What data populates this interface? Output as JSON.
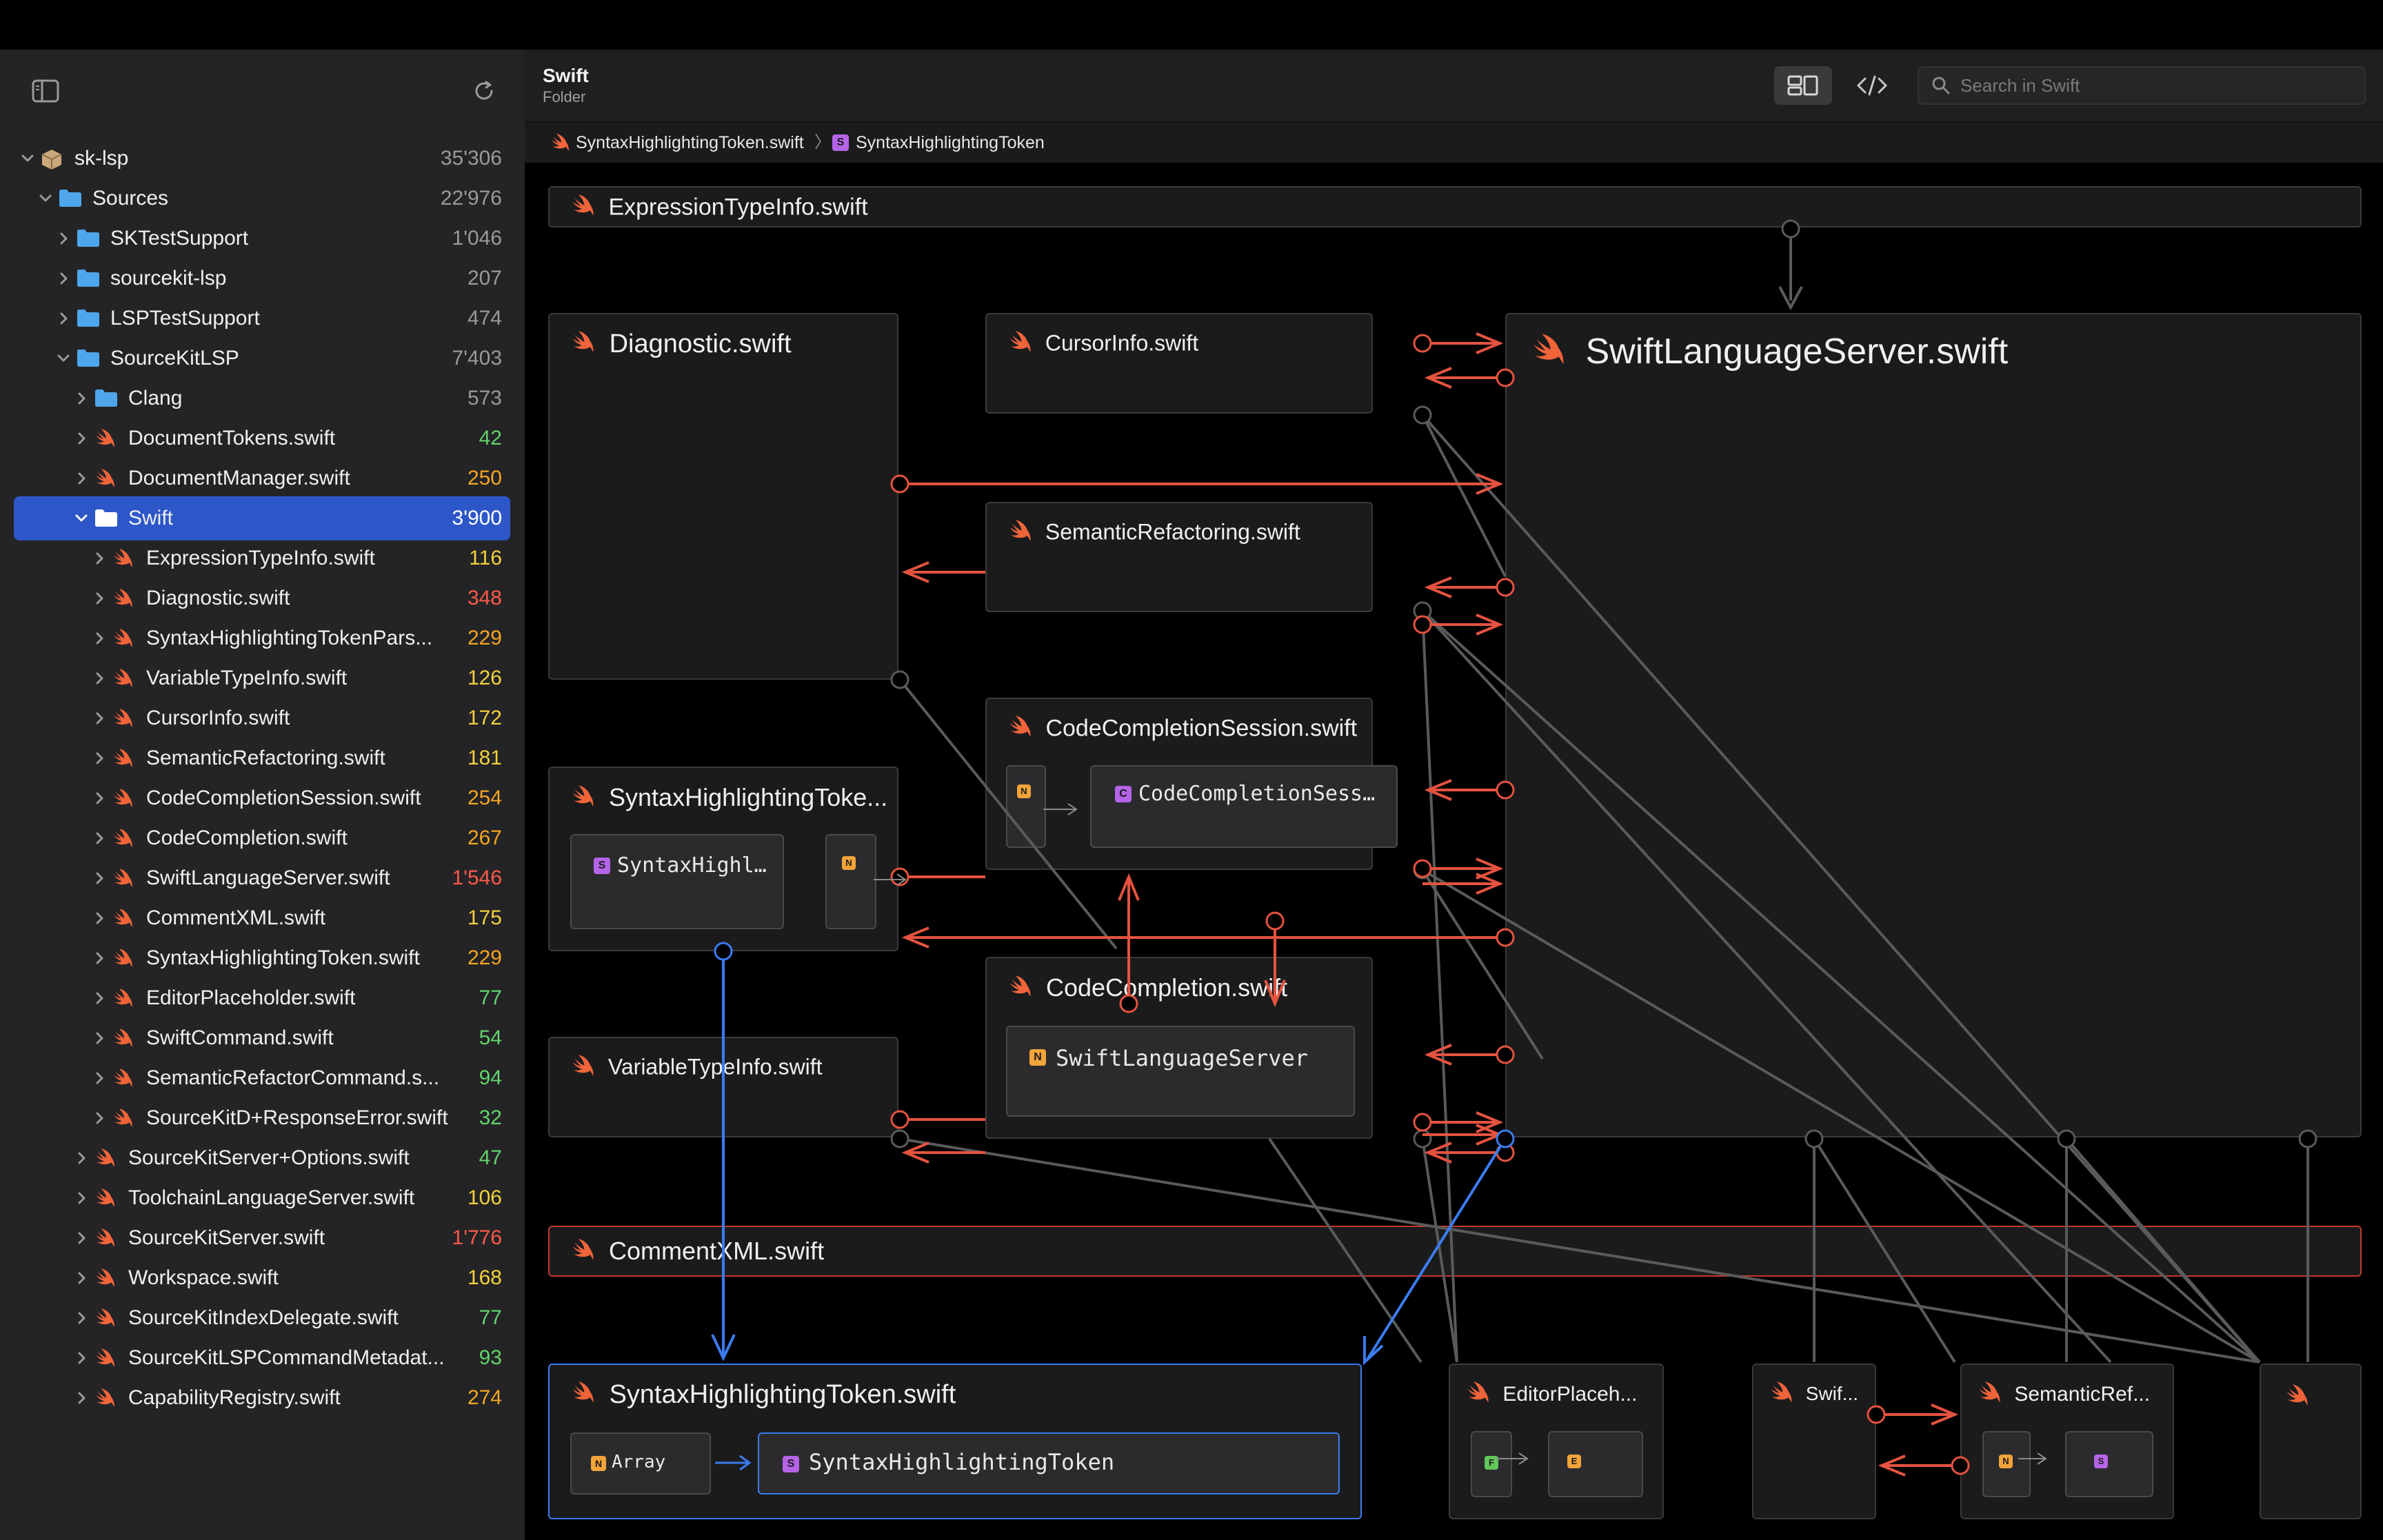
{
  "sidebar": {
    "tree": [
      {
        "label": "sk-lsp",
        "count": "35'306",
        "count_color": "#9a9a9a",
        "icon": "package-icon",
        "depth": 0,
        "expanded": true
      },
      {
        "label": "Sources",
        "count": "22'976",
        "count_color": "#9a9a9a",
        "icon": "folder-icon",
        "depth": 1,
        "expanded": true
      },
      {
        "label": "SKTestSupport",
        "count": "1'046",
        "count_color": "#9a9a9a",
        "icon": "folder-icon",
        "depth": 2,
        "expanded": false
      },
      {
        "label": "sourcekit-lsp",
        "count": "207",
        "count_color": "#9a9a9a",
        "icon": "folder-icon",
        "depth": 2,
        "expanded": false
      },
      {
        "label": "LSPTestSupport",
        "count": "474",
        "count_color": "#9a9a9a",
        "icon": "folder-icon",
        "depth": 2,
        "expanded": false
      },
      {
        "label": "SourceKitLSP",
        "count": "7'403",
        "count_color": "#9a9a9a",
        "icon": "folder-icon",
        "depth": 2,
        "expanded": true
      },
      {
        "label": "Clang",
        "count": "573",
        "count_color": "#9a9a9a",
        "icon": "folder-icon",
        "depth": 3,
        "expanded": false
      },
      {
        "label": "DocumentTokens.swift",
        "count": "42",
        "count_color": "#63d46a",
        "icon": "swift-icon",
        "depth": 3,
        "expanded": false
      },
      {
        "label": "DocumentManager.swift",
        "count": "250",
        "count_color": "#f5a623",
        "icon": "swift-icon",
        "depth": 3,
        "expanded": false
      },
      {
        "label": "Swift",
        "count": "3'900",
        "count_color": "#ffffff",
        "icon": "folder-icon",
        "depth": 3,
        "expanded": true,
        "selected": true
      },
      {
        "label": "ExpressionTypeInfo.swift",
        "count": "116",
        "count_color": "#f2d13c",
        "icon": "swift-icon",
        "depth": 4,
        "expanded": false
      },
      {
        "label": "Diagnostic.swift",
        "count": "348",
        "count_color": "#ff5a4a",
        "icon": "swift-icon",
        "depth": 4,
        "expanded": false
      },
      {
        "label": "SyntaxHighlightingTokenPars...",
        "count": "229",
        "count_color": "#f5a623",
        "icon": "swift-icon",
        "depth": 4,
        "expanded": false
      },
      {
        "label": "VariableTypeInfo.swift",
        "count": "126",
        "count_color": "#f2d13c",
        "icon": "swift-icon",
        "depth": 4,
        "expanded": false
      },
      {
        "label": "CursorInfo.swift",
        "count": "172",
        "count_color": "#f2d13c",
        "icon": "swift-icon",
        "depth": 4,
        "expanded": false
      },
      {
        "label": "SemanticRefactoring.swift",
        "count": "181",
        "count_color": "#f2d13c",
        "icon": "swift-icon",
        "depth": 4,
        "expanded": false
      },
      {
        "label": "CodeCompletionSession.swift",
        "count": "254",
        "count_color": "#f5a623",
        "icon": "swift-icon",
        "depth": 4,
        "expanded": false
      },
      {
        "label": "CodeCompletion.swift",
        "count": "267",
        "count_color": "#f5a623",
        "icon": "swift-icon",
        "depth": 4,
        "expanded": false
      },
      {
        "label": "SwiftLanguageServer.swift",
        "count": "1'546",
        "count_color": "#ff5a4a",
        "icon": "swift-icon",
        "depth": 4,
        "expanded": false
      },
      {
        "label": "CommentXML.swift",
        "count": "175",
        "count_color": "#f2d13c",
        "icon": "swift-icon",
        "depth": 4,
        "expanded": false
      },
      {
        "label": "SyntaxHighlightingToken.swift",
        "count": "229",
        "count_color": "#f5a623",
        "icon": "swift-icon",
        "depth": 4,
        "expanded": false
      },
      {
        "label": "EditorPlaceholder.swift",
        "count": "77",
        "count_color": "#63d46a",
        "icon": "swift-icon",
        "depth": 4,
        "expanded": false
      },
      {
        "label": "SwiftCommand.swift",
        "count": "54",
        "count_color": "#63d46a",
        "icon": "swift-icon",
        "depth": 4,
        "expanded": false
      },
      {
        "label": "SemanticRefactorCommand.s...",
        "count": "94",
        "count_color": "#63d46a",
        "icon": "swift-icon",
        "depth": 4,
        "expanded": false
      },
      {
        "label": "SourceKitD+ResponseError.swift",
        "count": "32",
        "count_color": "#63d46a",
        "icon": "swift-icon",
        "depth": 4,
        "expanded": false
      },
      {
        "label": "SourceKitServer+Options.swift",
        "count": "47",
        "count_color": "#63d46a",
        "icon": "swift-icon",
        "depth": 3,
        "expanded": false
      },
      {
        "label": "ToolchainLanguageServer.swift",
        "count": "106",
        "count_color": "#f2d13c",
        "icon": "swift-icon",
        "depth": 3,
        "expanded": false
      },
      {
        "label": "SourceKitServer.swift",
        "count": "1'776",
        "count_color": "#ff5a4a",
        "icon": "swift-icon",
        "depth": 3,
        "expanded": false
      },
      {
        "label": "Workspace.swift",
        "count": "168",
        "count_color": "#f2d13c",
        "icon": "swift-icon",
        "depth": 3,
        "expanded": false
      },
      {
        "label": "SourceKitIndexDelegate.swift",
        "count": "77",
        "count_color": "#63d46a",
        "icon": "swift-icon",
        "depth": 3,
        "expanded": false
      },
      {
        "label": "SourceKitLSPCommandMetadat...",
        "count": "93",
        "count_color": "#63d46a",
        "icon": "swift-icon",
        "depth": 3,
        "expanded": false
      },
      {
        "label": "CapabilityRegistry.swift",
        "count": "274",
        "count_color": "#f5a623",
        "icon": "swift-icon",
        "depth": 3,
        "expanded": false
      }
    ]
  },
  "header": {
    "title": "Swift",
    "subtitle": "Folder",
    "search_placeholder": "Search in Swift"
  },
  "breadcrumb": {
    "file": "SyntaxHighlightingToken.swift",
    "separator": "〉",
    "symbol_badge": "S",
    "symbol": "SyntaxHighlightingToken"
  },
  "graph": {
    "expression_type_info": "ExpressionTypeInfo.swift",
    "diagnostic": "Diagnostic.swift",
    "cursor_info": "CursorInfo.swift",
    "swift_language_server": "SwiftLanguageServer.swift",
    "semantic_refactoring": "SemanticRefactoring.swift",
    "code_completion_session": "CodeCompletionSession.swift",
    "code_completion_session_chip": "CodeCompletionSess…",
    "syntax_highlighting_toke_trunc": "SyntaxHighlightingToke...",
    "syntax_highl_chip": "SyntaxHighl…",
    "code_completion": "CodeCompletion.swift",
    "swift_language_server_chip": "SwiftLanguageServer",
    "variable_type_info": "VariableTypeInfo.swift",
    "comment_xml": "CommentXML.swift",
    "syntax_highlighting_token": "SyntaxHighlightingToken.swift",
    "array_chip": "Array",
    "syntax_highlighting_token_chip": "SyntaxHighlightingToken",
    "editor_placeh": "EditorPlaceh...",
    "swif_trunc": "Swif...",
    "semantic_ref": "SemanticRef...",
    "badge_s": "S",
    "badge_n": "N",
    "badge_c": "C",
    "badge_f": "F",
    "badge_e": "E"
  },
  "colors": {
    "accent_selection": "#2d57c9",
    "swift_icon": "#f0643a",
    "folder_icon": "#4fa6ea",
    "edge_red": "#e5533f",
    "edge_blue": "#3b7cf0",
    "edge_gray": "#5a5a5a",
    "badge_struct": "#b564e8",
    "badge_namespace": "#f2a33a",
    "badge_func": "#63c65a"
  }
}
